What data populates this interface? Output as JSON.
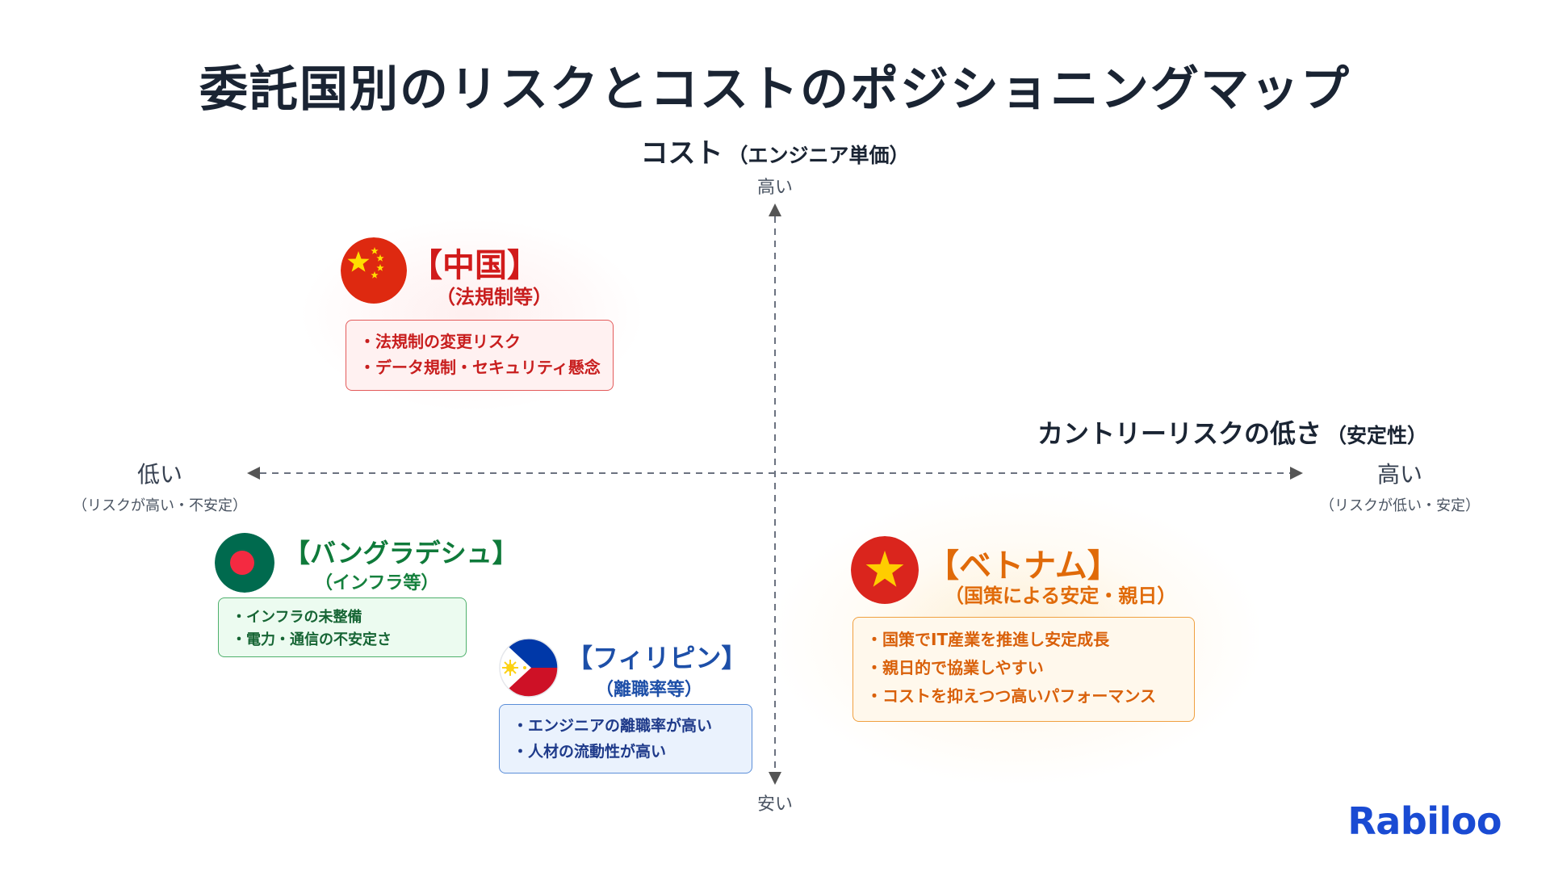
{
  "title": "委託国別のリスクとコストのポジショニングマップ",
  "y_axis": {
    "label_main": "コスト",
    "label_sub": "（エンジニア単価）",
    "high": "高い",
    "low": "安い"
  },
  "x_axis": {
    "label_main": "カントリーリスクの低さ",
    "label_sub": "（安定性）",
    "left_main": "低い",
    "left_sub": "（リスクが高い・不安定）",
    "right_main": "高い",
    "right_sub": "（リスクが低い・安定）"
  },
  "countries": {
    "china": {
      "name": "【中国】",
      "sub": "（法規制等）",
      "points": [
        "・法規制の変更リスク",
        "・データ規制・セキュリティ懸念"
      ],
      "color": "#d11b1b"
    },
    "bangladesh": {
      "name": "【バングラデシュ】",
      "sub": "（インフラ等）",
      "points": [
        "・インフラの未整備",
        "・電力・通信の不安定さ"
      ],
      "color": "#0f7a3a"
    },
    "philippines": {
      "name": "【フィリピン】",
      "sub": "（離職率等）",
      "points": [
        "・エンジニアの離職率が高い",
        "・人材の流動性が高い"
      ],
      "color": "#1d4fa8"
    },
    "vietnam": {
      "name": "【ベトナム】",
      "sub": "（国策による安定・親日）",
      "points": [
        "・国策でIT産業を推進し安定成長",
        "・親日的で協業しやすい",
        "・コストを抑えつつ高いパフォーマンス"
      ],
      "color": "#e06a09"
    }
  },
  "logo": "Rabiloo"
}
